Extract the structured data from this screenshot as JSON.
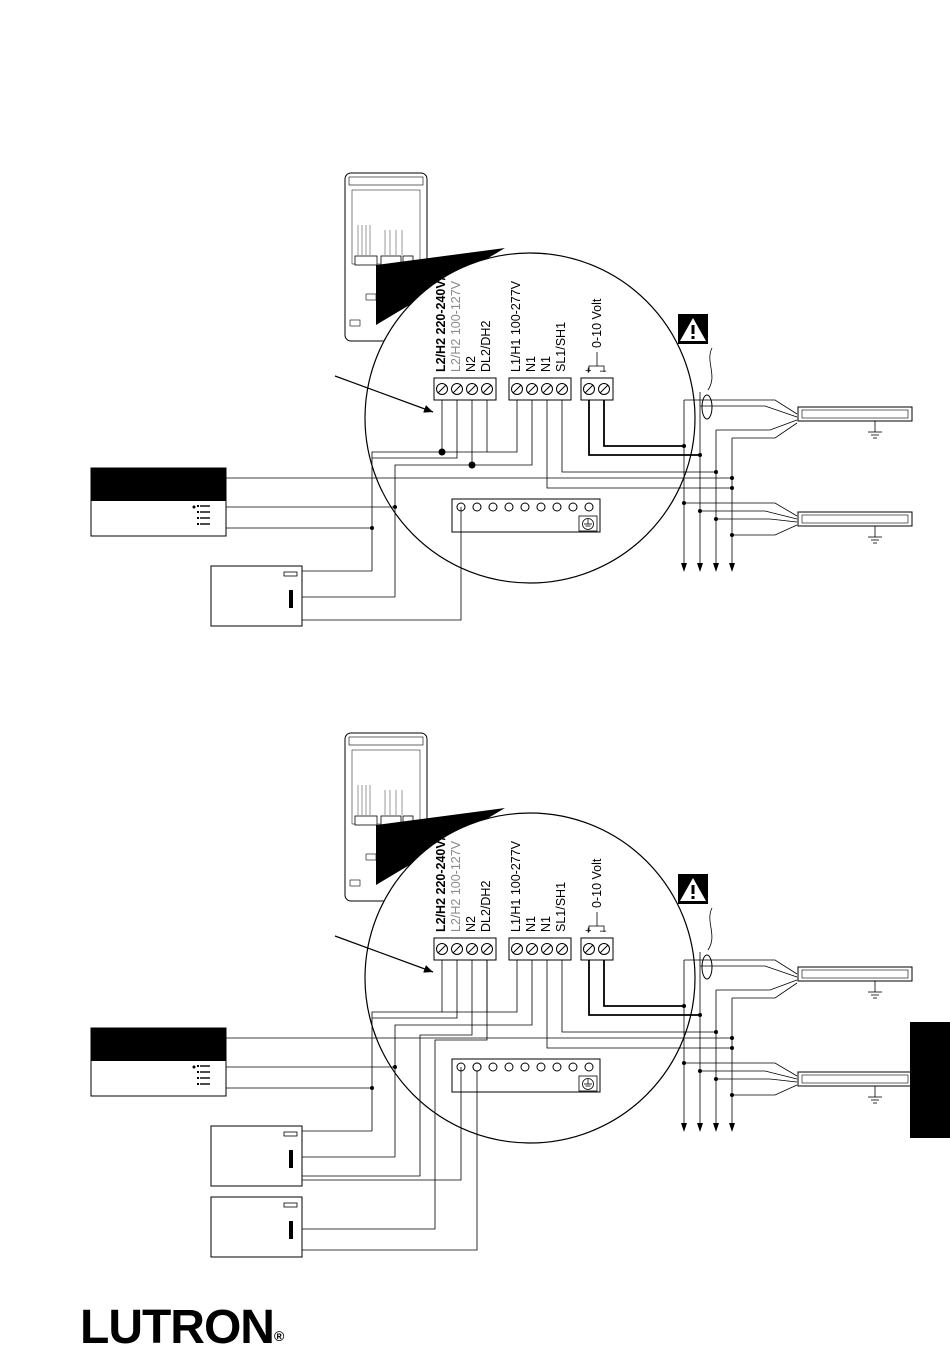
{
  "diagrams": [
    {
      "terminals": {
        "l2_h2_220": "L2/H2 220-240V/CE",
        "l2_h2_100": "L2/H2 100-127V",
        "n2": "N2",
        "dl2_dh2": "DL2/DH2",
        "l1_h1": "L1/H1 100-277V",
        "n1_a": "N1",
        "n1_b": "N1",
        "sl1_sh1": "SL1/SH1",
        "volt": "0-10 Volt",
        "plus": "+",
        "minus": "–"
      }
    },
    {
      "terminals": {
        "l2_h2_220": "L2/H2 220-240V/CE",
        "l2_h2_100": "L2/H2 100-127V",
        "n2": "N2",
        "dl2_dh2": "DL2/DH2",
        "l1_h1": "L1/H1 100-277V",
        "n1_a": "N1",
        "n1_b": "N1",
        "sl1_sh1": "SL1/SH1",
        "volt": "0-10 Volt",
        "plus": "+",
        "minus": "–"
      }
    }
  ],
  "icons": {
    "warning": "warning-triangle-icon",
    "ground": "ground-icon"
  },
  "brand": {
    "name": "LUTRON",
    "mark": "®"
  }
}
